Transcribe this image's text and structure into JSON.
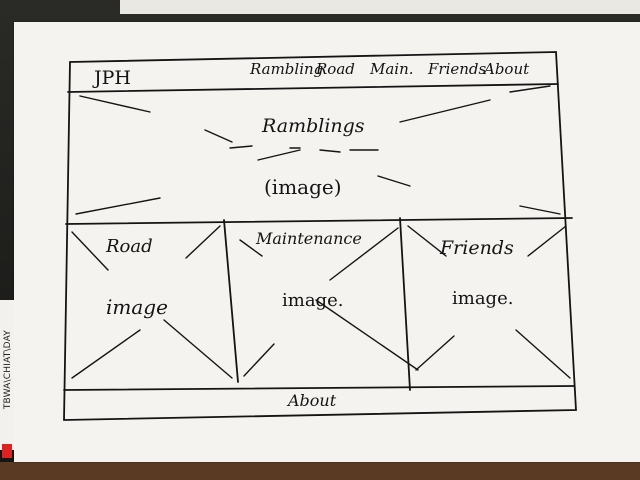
{
  "header": {
    "logo": "JPH",
    "nav": [
      "Rambling",
      "Road",
      "Main.",
      "Friends",
      "About"
    ]
  },
  "hero": {
    "title": "Ramblings",
    "image_label": "(image)"
  },
  "cards": [
    {
      "title": "Road",
      "image_label": "image"
    },
    {
      "title": "Maintenance",
      "image_label": "image."
    },
    {
      "title": "Friends",
      "image_label": "image."
    }
  ],
  "footer": {
    "label": "About"
  },
  "paper_brand": "TBWA\\CHIAT\\DAY",
  "colors": {
    "ink": "#141414",
    "paper": "#f4f3ef",
    "brand_red": "#d22"
  }
}
